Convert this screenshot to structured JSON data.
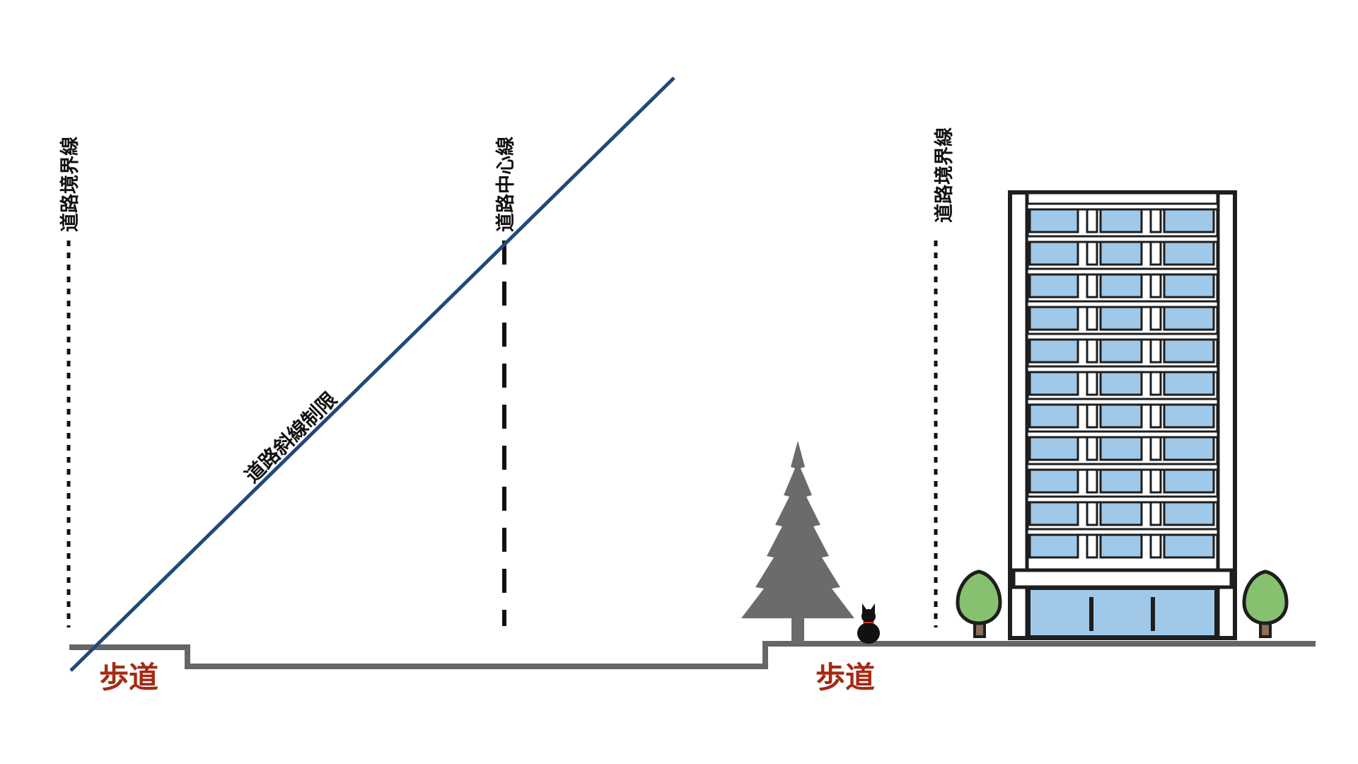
{
  "labels": {
    "road_boundary_left": "道路境界線",
    "road_centerline": "道路中心線",
    "road_boundary_right": "道路境界線",
    "slant_limit": "道路斜線制限",
    "sidewalk_left": "歩道",
    "sidewalk_right": "歩道"
  },
  "colors": {
    "slant_line": "#1f4a7a",
    "sidewalk_text": "#a52a14",
    "ground": "#666666",
    "guide_line": "#111111",
    "window_blue": "#a0c8e8",
    "building_outline": "#1e1e1e",
    "tree_gray": "#6b6b6b",
    "shrub_green": "#86c170",
    "trunk": "#8a6e5a",
    "cat": "#111111"
  },
  "icons": {
    "tree": "conifer-tree-icon",
    "cat": "cat-icon",
    "shrub": "shrub-icon",
    "building": "building-icon"
  }
}
